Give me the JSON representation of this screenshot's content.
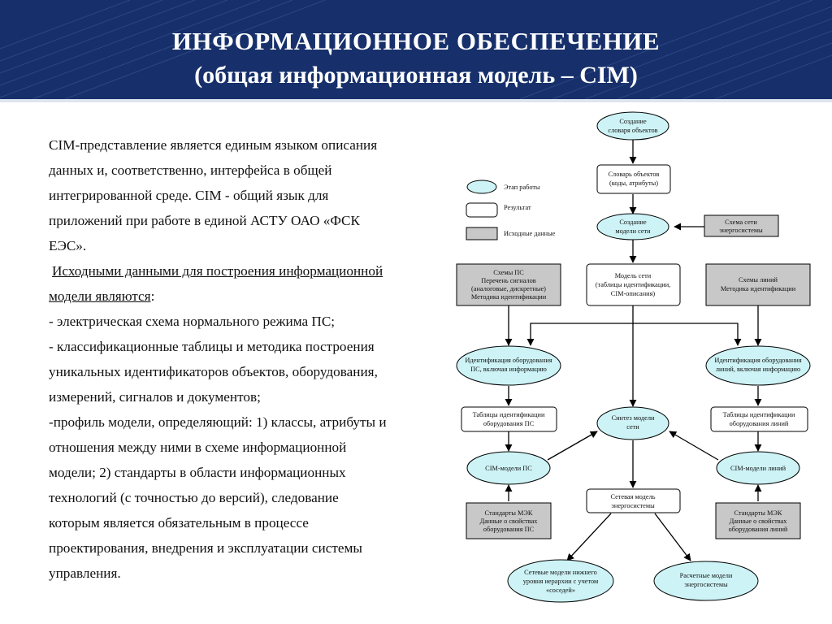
{
  "header": {
    "title_line1": "ИНФОРМАЦИОННОЕ ОБЕСПЕЧЕНИЕ",
    "title_line2": "(общая информационная модель – CIM)"
  },
  "body_text": {
    "lines": [
      "CIM-представление является единым языком описания",
      "данных и, соответственно, интерфейса в общей",
      "интегрированной среде. CIM  - общий язык для",
      "приложений при работе в единой АСТУ ОАО «ФСК",
      "ЕЭС»."
    ],
    "sources_heading_1": "Исходными данными для построения информационной",
    "sources_heading_2": "модели являются",
    "sources_heading_colon": ":",
    "items": [
      "- электрическая схема нормального режима ПС;",
      "- классификационные таблицы и методика построения",
      "уникальных идентификаторов объектов, оборудования,",
      "измерений, сигналов и документов;",
      "-профиль модели, определяющий: 1) классы, атрибуты и",
      "отношения между ними в схеме информационной",
      "модели; 2) стандарты в области информационных",
      "технологий (с точностью до версий), следование",
      "которым является обязательным в процессе",
      "проектирования, внедрения и эксплуатации системы",
      "управления."
    ]
  },
  "legend": {
    "stage": "Этап работы",
    "result": "Результат",
    "source": "Исходные данные"
  },
  "diagram": {
    "create_dictionary": [
      "Создание",
      "словаря объектов"
    ],
    "object_dictionary": [
      "Словарь объектов",
      "(коды, атрибуты)"
    ],
    "create_network_model": [
      "Создание",
      "модели сети"
    ],
    "power_system_scheme": [
      "Схема сети",
      "энергосистемы"
    ],
    "substation_schemes": [
      "Схемы ПС",
      "Перечень сигналов",
      "(аналоговые, дискретные)",
      "Методика идентификации"
    ],
    "network_model": [
      "Модель сети",
      "(таблицы идентификации,",
      "CIM-описания)"
    ],
    "line_schemes": [
      "Схемы линий",
      "Методика идентификации"
    ],
    "identify_substation_equipment": [
      "Идентификация оборудования",
      "ПС, включая информацию"
    ],
    "identify_line_equipment": [
      "Идентификация оборудования",
      "линий, включая информацию"
    ],
    "substation_id_tables": [
      "Таблицы идентификации",
      "оборудования ПС"
    ],
    "model_synthesis": [
      "Синтез модели",
      "сети"
    ],
    "line_id_tables": [
      "Таблицы идентификации",
      "оборудования линий"
    ],
    "cim_models_substation": [
      "CIM-модели ПС"
    ],
    "cim_models_lines": [
      "CIM-модели линий"
    ],
    "power_system_network_model": [
      "Сетевая модель",
      "энергосистемы"
    ],
    "iec_standards_substation": [
      "Стандарты МЭК",
      "Данные о свойствах",
      "оборудования ПС"
    ],
    "iec_standards_lines": [
      "Стандарты МЭК",
      "Данные о свойствах",
      "оборудования линий"
    ],
    "lower_level_models": [
      "Сетевые модели нижнего",
      "уровня иерархии с учетом",
      "«соседей»"
    ],
    "calculation_models": [
      "Расчетные модели",
      "энергосистемы"
    ]
  },
  "colors": {
    "header_bg": "#17306b",
    "stage_fill": "#cdf3f6",
    "source_fill": "#c8c8c8",
    "result_fill": "#ffffff"
  }
}
